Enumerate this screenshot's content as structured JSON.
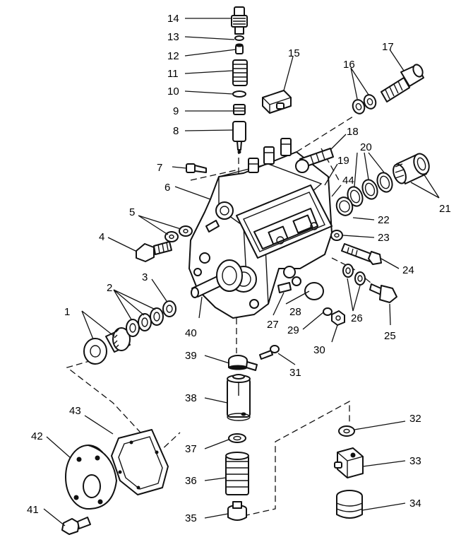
{
  "diagram": {
    "callouts": [
      "1",
      "2",
      "3",
      "4",
      "5",
      "6",
      "7",
      "8",
      "9",
      "10",
      "11",
      "12",
      "13",
      "14",
      "15",
      "16",
      "17",
      "18",
      "19",
      "20",
      "21",
      "22",
      "23",
      "24",
      "25",
      "26",
      "27",
      "28",
      "29",
      "30",
      "31",
      "32",
      "33",
      "34",
      "35",
      "36",
      "37",
      "38",
      "39",
      "40",
      "41",
      "42",
      "43",
      "44"
    ]
  }
}
